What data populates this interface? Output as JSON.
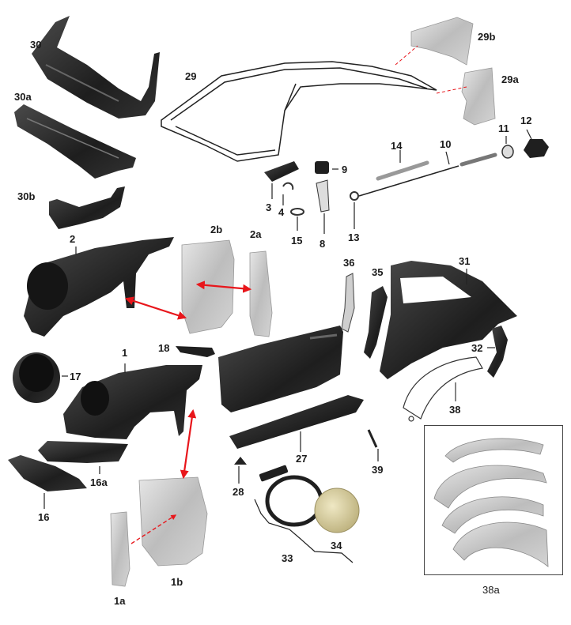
{
  "diagram": {
    "parts": [
      {
        "id": "p30",
        "label": "30"
      },
      {
        "id": "p30a",
        "label": "30a"
      },
      {
        "id": "p30b",
        "label": "30b"
      },
      {
        "id": "p29",
        "label": "29"
      },
      {
        "id": "p29b",
        "label": "29b"
      },
      {
        "id": "p29a",
        "label": "29a"
      },
      {
        "id": "p2",
        "label": "2"
      },
      {
        "id": "p2b",
        "label": "2b"
      },
      {
        "id": "p2a",
        "label": "2a"
      },
      {
        "id": "p3",
        "label": "3"
      },
      {
        "id": "p4",
        "label": "4"
      },
      {
        "id": "p9",
        "label": "9"
      },
      {
        "id": "p15",
        "label": "15"
      },
      {
        "id": "p8",
        "label": "8"
      },
      {
        "id": "p14",
        "label": "14"
      },
      {
        "id": "p10",
        "label": "10"
      },
      {
        "id": "p11",
        "label": "11"
      },
      {
        "id": "p12",
        "label": "12"
      },
      {
        "id": "p13",
        "label": "13"
      },
      {
        "id": "p36",
        "label": "36"
      },
      {
        "id": "p35",
        "label": "35"
      },
      {
        "id": "p31",
        "label": "31"
      },
      {
        "id": "p32",
        "label": "32"
      },
      {
        "id": "p18",
        "label": "18"
      },
      {
        "id": "p17",
        "label": "17"
      },
      {
        "id": "p1",
        "label": "1"
      },
      {
        "id": "p38",
        "label": "38"
      },
      {
        "id": "p16a",
        "label": "16a"
      },
      {
        "id": "p16",
        "label": "16"
      },
      {
        "id": "p27",
        "label": "27"
      },
      {
        "id": "p39",
        "label": "39"
      },
      {
        "id": "p28",
        "label": "28"
      },
      {
        "id": "p1a",
        "label": "1a"
      },
      {
        "id": "p1b",
        "label": "1b"
      },
      {
        "id": "p33",
        "label": "33"
      },
      {
        "id": "p34",
        "label": "34"
      },
      {
        "id": "p38a",
        "label": "38a"
      }
    ],
    "colors": {
      "part_dark": "#1f1f1f",
      "part_mid": "#3a3a3a",
      "panel_silver": "#c4c4c4",
      "panel_light": "#dedede",
      "leader": "#222222",
      "arrow_red": "#e8161b",
      "cap_gold": "#d8cfa0"
    }
  }
}
